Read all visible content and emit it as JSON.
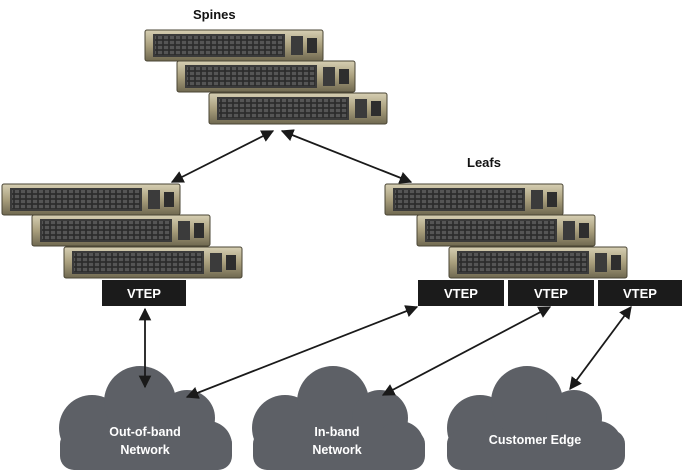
{
  "labels": {
    "spines": "Spines",
    "leafs": "Leafs"
  },
  "vteps": [
    {
      "label": "VTEP"
    },
    {
      "label": "VTEP"
    },
    {
      "label": "VTEP"
    },
    {
      "label": "VTEP"
    }
  ],
  "clouds": [
    {
      "line1": "Out-of-band",
      "line2": "Network"
    },
    {
      "line1": "In-band",
      "line2": "Network"
    },
    {
      "line1": "Customer Edge",
      "line2": ""
    }
  ],
  "colors": {
    "cloud": "#5d6066",
    "vtep": "#1b1b1b",
    "switch_body": "#8a8262",
    "switch_front": "#c5bda0",
    "arrow": "#1a1a1a"
  }
}
